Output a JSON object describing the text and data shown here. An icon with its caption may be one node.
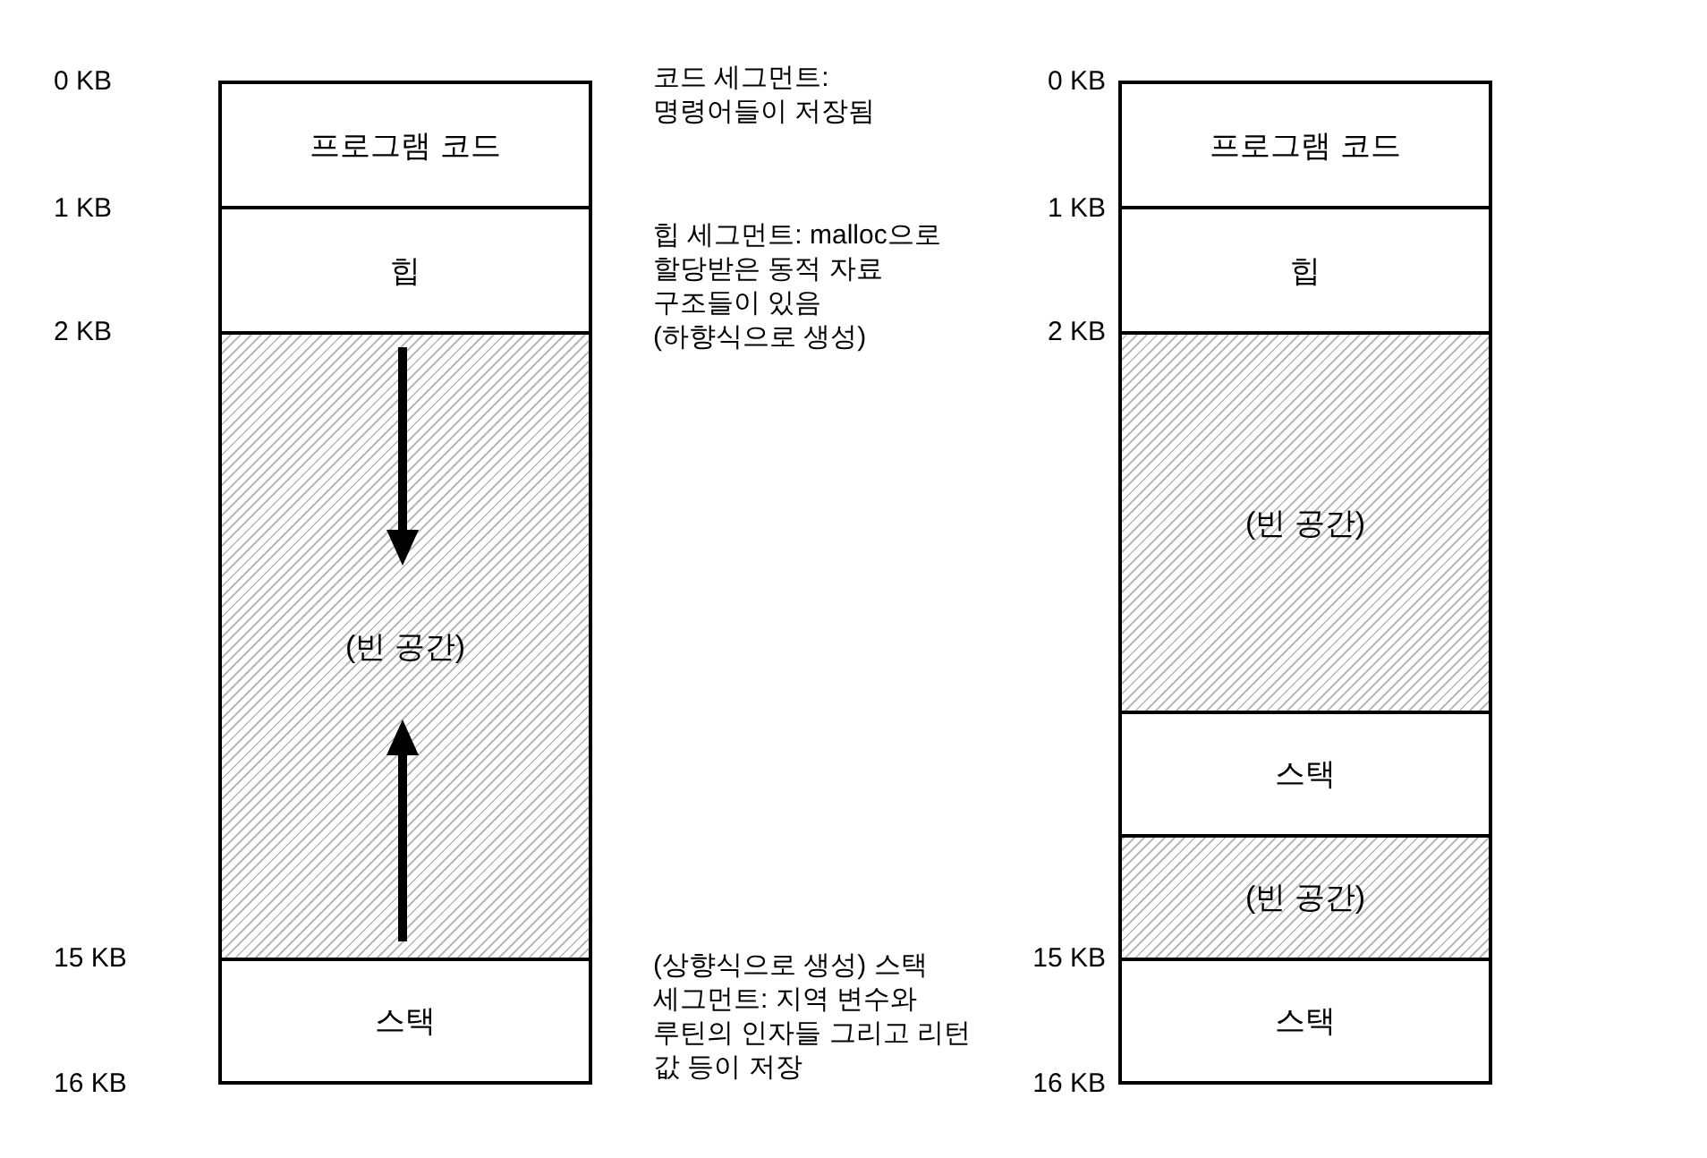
{
  "diagram": {
    "nodes": [
      {
        "text": [
          "프로그램 코드"
        ]
      },
      {
        "text": [
          "힙"
        ]
      },
      {
        "text": [
          "(빈 공간)"
        ]
      },
      {
        "text": [
          "스택"
        ]
      },
      {
        "text": [
          "프로그램 코드"
        ]
      },
      {
        "text": [
          "힙"
        ]
      },
      {
        "text": [
          "(빈 공간)"
        ]
      },
      {
        "text": [
          "스택"
        ]
      },
      {
        "text": [
          "(빈 공간)"
        ]
      },
      {
        "text": [
          "스택"
        ]
      }
    ],
    "edges": [],
    "labels": [
      "0 KB",
      "코드 세그먼트: 명령어들이 저장됨",
      "0 KB",
      "1 KB",
      "힙 세그먼트: malloc으로 할당받은 동적 자료 구조들이 있음 (하향식으로 생성)",
      "1 KB",
      "2 KB",
      "2 KB",
      "(상향식으로 생성) 스택 세그먼트: 지역 변수와 루틴의 인자들 그리고 리턴 값 등이 저장",
      "15 KB",
      "15 KB",
      "16 KB",
      "16 KB"
    ]
  }
}
